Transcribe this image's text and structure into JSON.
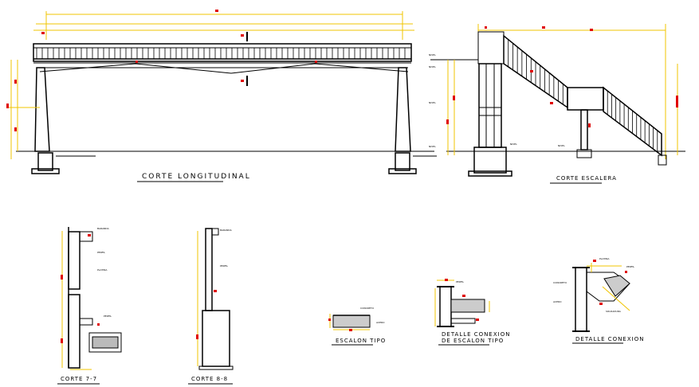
{
  "titles": {
    "corte_longitudinal": "CORTE LONGITUDINAL",
    "corte_escalera": "CORTE ESCALERA",
    "corte_77": "CORTE 7-7",
    "corte_88": "CORTE 8-8",
    "escalon_tipo": "ESCALON TIPO",
    "detalle_conexion_escalon_l1": "DETALLE CONEXION",
    "detalle_conexion_escalon_l2": "DE ESCALON TIPO",
    "detalle_conexion": "DETALLE CONEXION"
  },
  "section_marks": {
    "a": "7",
    "b": "8"
  },
  "colors": {
    "line": "#000000",
    "dimension": "#f0c400",
    "marker": "#e00000",
    "background": "#ffffff"
  }
}
